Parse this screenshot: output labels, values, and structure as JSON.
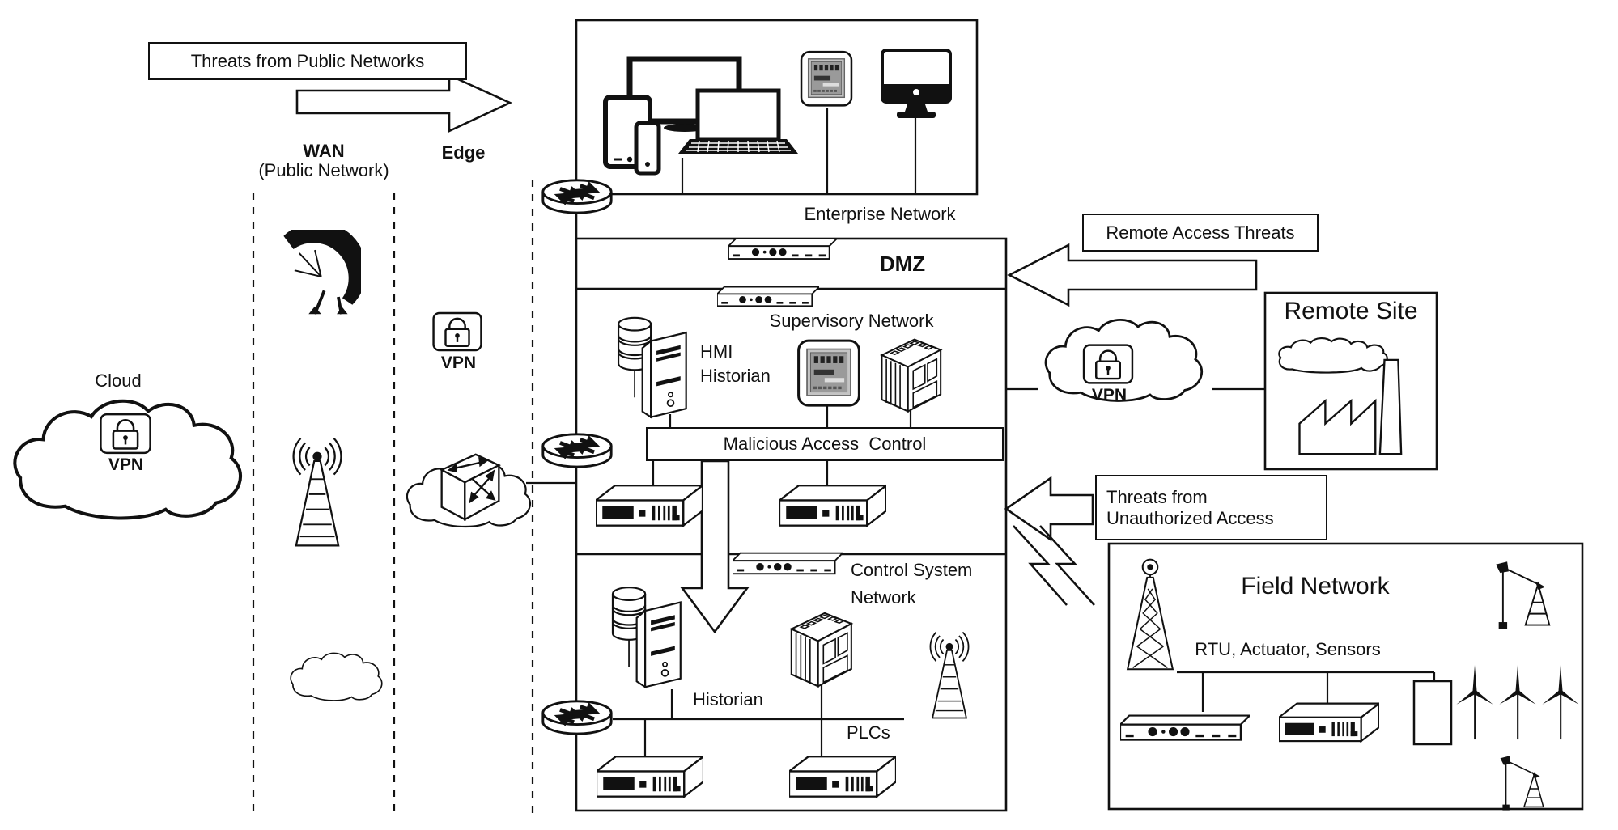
{
  "banners": {
    "threats_public_networks": "Threats from Public Networks",
    "remote_access_threats": "Remote Access Threats",
    "threats_unauthorized_line1": "Threats from",
    "threats_unauthorized_line2": "Unauthorized Access",
    "malicious_access_control": "Malicious Access  Control"
  },
  "zones": {
    "wan_title": "WAN",
    "wan_subtitle": "(Public Network)",
    "edge_title": "Edge",
    "cloud_title": "Cloud",
    "vpn_label": "VPN",
    "enterprise_network": "Enterprise Network",
    "dmz": "DMZ",
    "supervisory_network": "Supervisory Network",
    "control_system_line1": "Control System",
    "control_system_line2": "Network",
    "remote_site": "Remote Site",
    "field_network": "Field Network"
  },
  "device_labels": {
    "hmi": "HMI",
    "historian_supervisory": "Historian",
    "historian_control": "Historian",
    "plcs": "PLCs",
    "rtu_actuator_sensors": "RTU, Actuator, Sensors"
  },
  "colors": {
    "ink": "#111111",
    "background": "#ffffff",
    "screen_grey": "#c4c4c4"
  }
}
